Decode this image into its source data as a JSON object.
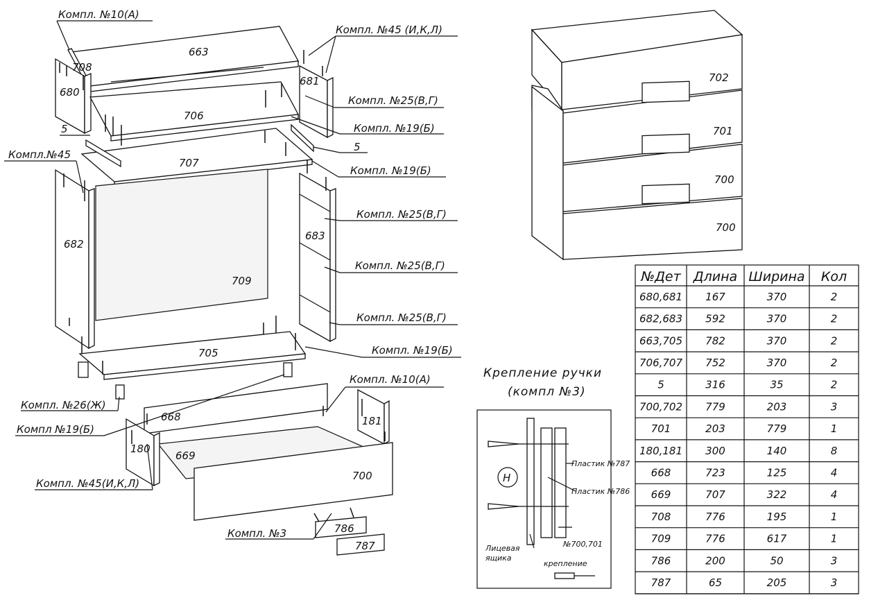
{
  "callouts": {
    "k10a_top": "Компл. №10(А)",
    "k45_ikl_top": "Компл. №45 (И,К,Л)",
    "k25_1": "Компл. №25(В,Г)",
    "k19_1": "Компл. №19(Б)",
    "num5_right": "5",
    "k19_2": "Компл. №19(Б)",
    "num5_left": "5",
    "k45_left": "Компл.№45",
    "k25_2": "Компл. №25(В,Г)",
    "k25_3": "Компл. №25(В,Г)",
    "k25_4": "Компл. №25(В,Г)",
    "k19_3": "Компл. №19(Б)",
    "k10a_drawer": "Компл. №10(А)",
    "k26": "Компл. №26(Ж)",
    "k19_4": "Компл №19(Б)",
    "k45_bottom": "Компл. №45(И,К,Л)",
    "k3": "Компл. №3"
  },
  "parts": {
    "p663": "663",
    "p708": "708",
    "p680": "680",
    "p681": "681",
    "p706": "706",
    "p707": "707",
    "p682": "682",
    "p683": "683",
    "p709": "709",
    "p705": "705",
    "p668": "668",
    "p669": "669",
    "p180": "180",
    "p181": "181",
    "p700": "700",
    "p786": "786",
    "p787": "787"
  },
  "assembled": {
    "p702": "702",
    "p701": "701",
    "p700a": "700",
    "p700b": "700"
  },
  "handle_detail": {
    "title_line1": "Крепление ручки",
    "title_line2": "(компл №3)",
    "plastic787": "Пластик №787",
    "plastic786": "Пластик №786",
    "part_ref": "№700,701",
    "front_label_1": "Лицевая",
    "front_label_2": "ящика",
    "fastening": "крепление",
    "hex_letter": "Н"
  },
  "table": {
    "headers": [
      "№Дет",
      "Длина",
      "Ширина",
      "Кол"
    ],
    "rows": [
      [
        "680,681",
        "167",
        "370",
        "2"
      ],
      [
        "682,683",
        "592",
        "370",
        "2"
      ],
      [
        "663,705",
        "782",
        "370",
        "2"
      ],
      [
        "706,707",
        "752",
        "370",
        "2"
      ],
      [
        "5",
        "316",
        "35",
        "2"
      ],
      [
        "700,702",
        "779",
        "203",
        "3"
      ],
      [
        "701",
        "203",
        "779",
        "1"
      ],
      [
        "180,181",
        "300",
        "140",
        "8"
      ],
      [
        "668",
        "723",
        "125",
        "4"
      ],
      [
        "669",
        "707",
        "322",
        "4"
      ],
      [
        "708",
        "776",
        "195",
        "1"
      ],
      [
        "709",
        "776",
        "617",
        "1"
      ],
      [
        "786",
        "200",
        "50",
        "3"
      ],
      [
        "787",
        "65",
        "205",
        "3"
      ]
    ]
  }
}
